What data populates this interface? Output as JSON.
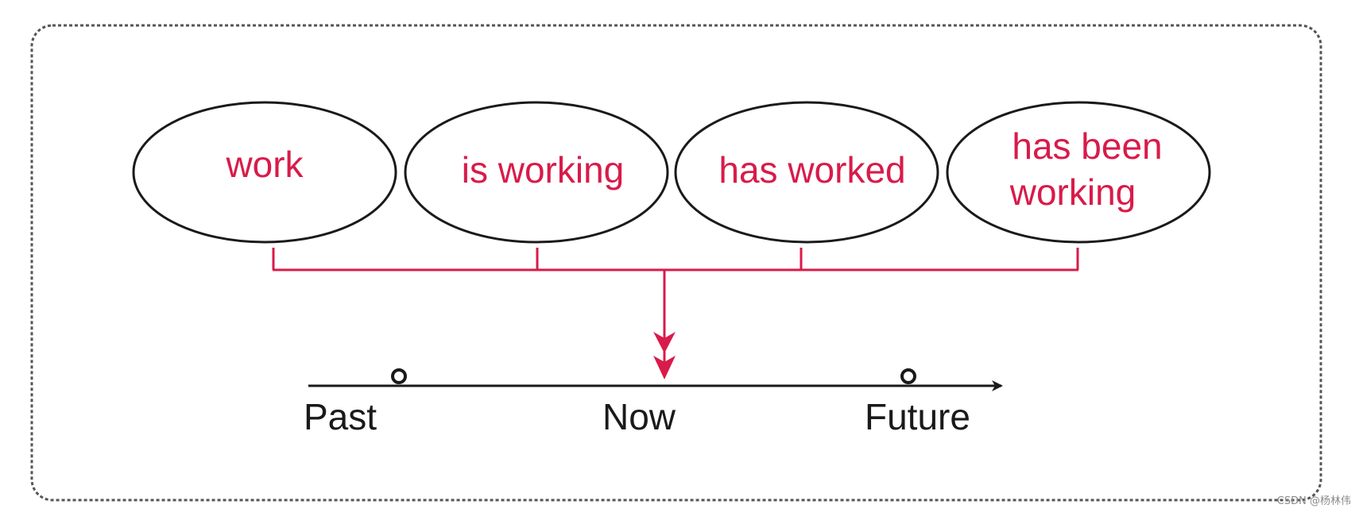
{
  "diagram": {
    "tenses": [
      {
        "lines": [
          "work"
        ]
      },
      {
        "lines": [
          "is working"
        ]
      },
      {
        "lines": [
          "has worked"
        ]
      },
      {
        "lines": [
          "has been",
          "working"
        ]
      }
    ],
    "timeline": {
      "past_label": "Past",
      "now_label": "Now",
      "future_label": "Future"
    },
    "watermark": "CSDN @杨林伟",
    "colors": {
      "accent": "#d81b4a",
      "ink": "#1a1a1a",
      "frame": "#555555"
    }
  }
}
